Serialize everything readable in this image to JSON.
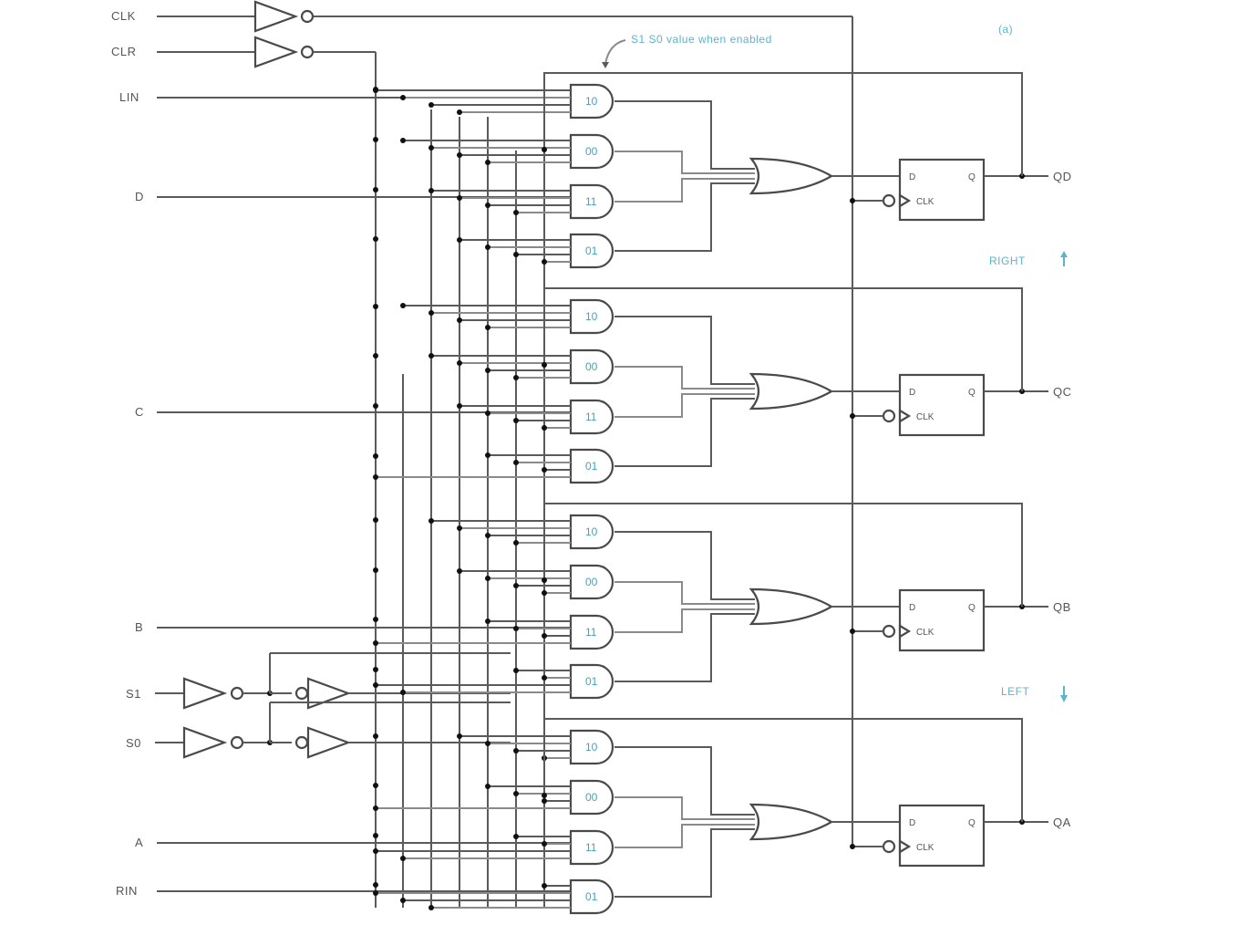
{
  "diagram": {
    "figure_label": "(a)",
    "annotation": "S1 S0 value when enabled",
    "inputs": [
      {
        "id": "clk",
        "label": "CLK"
      },
      {
        "id": "clr",
        "label": "CLR"
      },
      {
        "id": "lin",
        "label": "LIN"
      },
      {
        "id": "d",
        "label": "D"
      },
      {
        "id": "c",
        "label": "C"
      },
      {
        "id": "b",
        "label": "B"
      },
      {
        "id": "s1",
        "label": "S1"
      },
      {
        "id": "s0",
        "label": "S0"
      },
      {
        "id": "a",
        "label": "A"
      },
      {
        "id": "rin",
        "label": "RIN"
      }
    ],
    "stages": [
      {
        "output": "QD",
        "and_gates": [
          "10",
          "00",
          "11",
          "01"
        ],
        "ff": {
          "d": "D",
          "q": "Q",
          "clk": "CLK"
        }
      },
      {
        "output": "QC",
        "and_gates": [
          "10",
          "00",
          "11",
          "01"
        ],
        "ff": {
          "d": "D",
          "q": "Q",
          "clk": "CLK"
        }
      },
      {
        "output": "QB",
        "and_gates": [
          "10",
          "00",
          "11",
          "01"
        ],
        "ff": {
          "d": "D",
          "q": "Q",
          "clk": "CLK"
        }
      },
      {
        "output": "QA",
        "and_gates": [
          "10",
          "00",
          "11",
          "01"
        ],
        "ff": {
          "d": "D",
          "q": "Q",
          "clk": "CLK"
        }
      }
    ],
    "direction_labels": {
      "right": "RIGHT",
      "left": "LEFT"
    },
    "colors": {
      "wire": "#5a5a5a",
      "accent": "#3aa6c8"
    }
  }
}
